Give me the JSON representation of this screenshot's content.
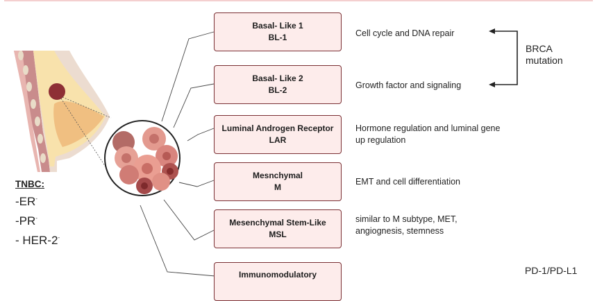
{
  "diagram": {
    "title": "TNBC molecular subtypes",
    "colors": {
      "box_fill": "#fdeceb",
      "box_border": "#7a2f33",
      "top_rule": "#f4cfcf",
      "tumor": "#8e2f35"
    },
    "subtypes": [
      {
        "name": "Basal- Like 1",
        "abbr": "BL-1",
        "description_lines": [
          "Cell cycle and DNA repair"
        ]
      },
      {
        "name": "Basal- Like 2",
        "abbr": "BL-2",
        "description_lines": [
          "Growth factor and signaling"
        ]
      },
      {
        "name": "Luminal Androgen Receptor",
        "abbr": "LAR",
        "description_lines": [
          "Hormone regulation and luminal gene",
          "up regulation"
        ]
      },
      {
        "name": "Mesnchymal",
        "abbr": "M",
        "description_lines": [
          "EMT and cell differentiation"
        ]
      },
      {
        "name": "Mesenchymal Stem-Like",
        "abbr": "MSL",
        "description_lines": [
          "similar to M subtype, MET,",
          "angiognesis, stemness"
        ]
      },
      {
        "name": "Immunomodulatory",
        "abbr": "",
        "description_lines": []
      }
    ],
    "brca_label_lines": [
      "BRCA",
      "mutation"
    ],
    "pd_label": "PD-1/PD-L1",
    "tnbc": {
      "title": "TNBC:",
      "markers": [
        {
          "prefix": "-",
          "name": "ER",
          "sup": "-"
        },
        {
          "prefix": "-",
          "name": "PR",
          "sup": "-"
        },
        {
          "prefix": "- ",
          "name": "HER-2",
          "sup": "-"
        }
      ]
    },
    "icons": {
      "breast_illustration": "breast-cross-section-icon",
      "tumor_cluster": "tumor-cell-cluster-icon"
    }
  }
}
